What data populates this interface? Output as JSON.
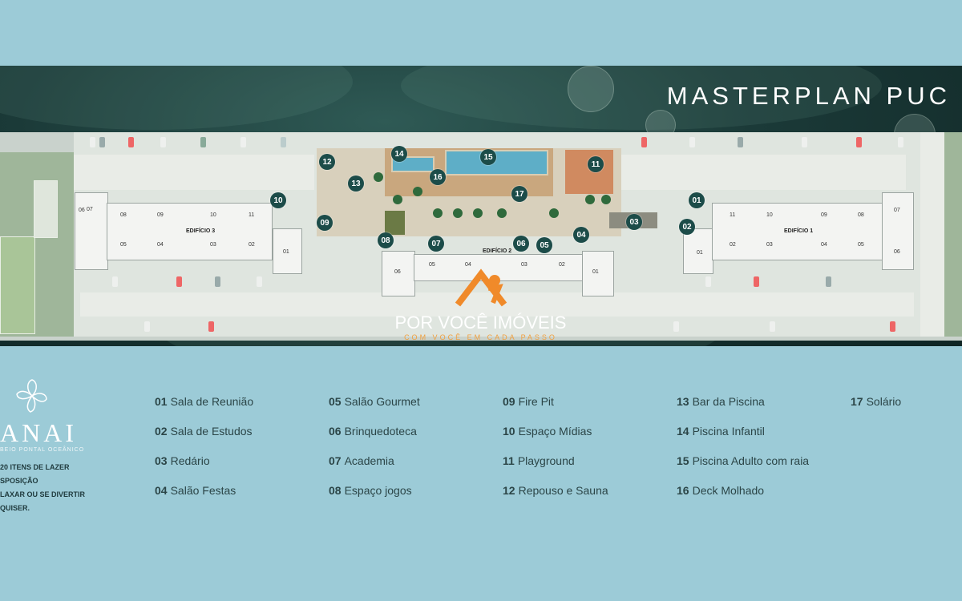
{
  "header": {
    "title": "MASTERPLAN PUC"
  },
  "buildings": [
    {
      "name": "EDIFÍCIO 3",
      "units_top": [
        "07",
        "08",
        "09",
        "10",
        "11"
      ],
      "units_bottom": [
        "06",
        "05",
        "04",
        "03",
        "02",
        "01"
      ]
    },
    {
      "name": "EDIFÍCIO 2",
      "units": [
        "06",
        "05",
        "04",
        "03",
        "02",
        "01"
      ]
    },
    {
      "name": "EDIFÍCIO 1",
      "units_top": [
        "11",
        "10",
        "09",
        "08",
        "07"
      ],
      "units_bottom": [
        "01",
        "02",
        "03",
        "04",
        "05",
        "06"
      ]
    }
  ],
  "markers": [
    "01",
    "02",
    "03",
    "04",
    "05",
    "06",
    "07",
    "08",
    "09",
    "10",
    "11",
    "12",
    "13",
    "14",
    "15",
    "16",
    "17"
  ],
  "watermark": {
    "text": "POR VOCÊ IMÓVEIS",
    "subtext": "COM VOCÊ EM CADA PASSO"
  },
  "brand": {
    "name": "ANAI",
    "subtitle": "BEIO PONTAL OCEÂNICO",
    "description": "20 ITENS DE LAZER\nSPOSIÇÃO\nLAXAR OU SE DIVERTIR\n QUISER."
  },
  "legend": [
    [
      {
        "num": "01",
        "label": "Sala de Reunião"
      },
      {
        "num": "02",
        "label": "Sala de Estudos"
      },
      {
        "num": "03",
        "label": "Redário"
      },
      {
        "num": "04",
        "label": "Salão Festas"
      }
    ],
    [
      {
        "num": "05",
        "label": "Salão Gourmet"
      },
      {
        "num": "06",
        "label": "Brinquedoteca"
      },
      {
        "num": "07",
        "label": "Academia"
      },
      {
        "num": "08",
        "label": "Espaço jogos"
      }
    ],
    [
      {
        "num": "09",
        "label": "Fire Pit"
      },
      {
        "num": "10",
        "label": "Espaço Mídias"
      },
      {
        "num": "11",
        "label": "Playground"
      },
      {
        "num": "12",
        "label": "Repouso e Sauna"
      }
    ],
    [
      {
        "num": "13",
        "label": "Bar da Piscina"
      },
      {
        "num": "14",
        "label": "Piscina Infantil"
      },
      {
        "num": "15",
        "label": "Piscina Adulto com raia"
      },
      {
        "num": "16",
        "label": "Deck Molhado"
      }
    ],
    [
      {
        "num": "17",
        "label": "Solário"
      }
    ]
  ],
  "colors": {
    "background": "#9ccbd7",
    "marker": "#1c4c49",
    "accent": "#f0a040",
    "text": "#2b4547"
  }
}
